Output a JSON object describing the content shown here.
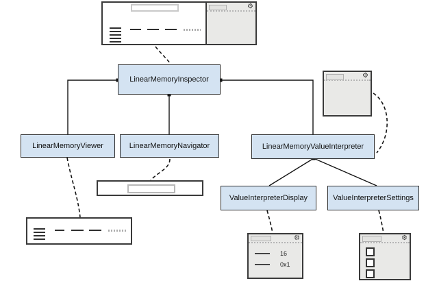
{
  "nodes": {
    "inspector": {
      "label": "LinearMemoryInspector"
    },
    "viewer": {
      "label": "LinearMemoryViewer"
    },
    "navigator": {
      "label": "LinearMemoryNavigator"
    },
    "interpreter": {
      "label": "LinearMemoryValueInterpreter"
    },
    "display": {
      "label": "ValueInterpreterDisplay"
    },
    "settings": {
      "label": "ValueInterpreterSettings"
    }
  },
  "mock_display": {
    "rows": [
      {
        "value": "16"
      },
      {
        "value": "0x1"
      }
    ]
  },
  "mock_settings": {
    "checkbox_count": 3
  },
  "icons": {
    "gear": "⚙"
  },
  "colors": {
    "node_fill": "#d4e3f2",
    "node_border": "#2d2d2d",
    "window_fill": "#e9e9e7",
    "window_border": "#3a3a3a",
    "connector": "#141414",
    "background": "#ffffff"
  }
}
